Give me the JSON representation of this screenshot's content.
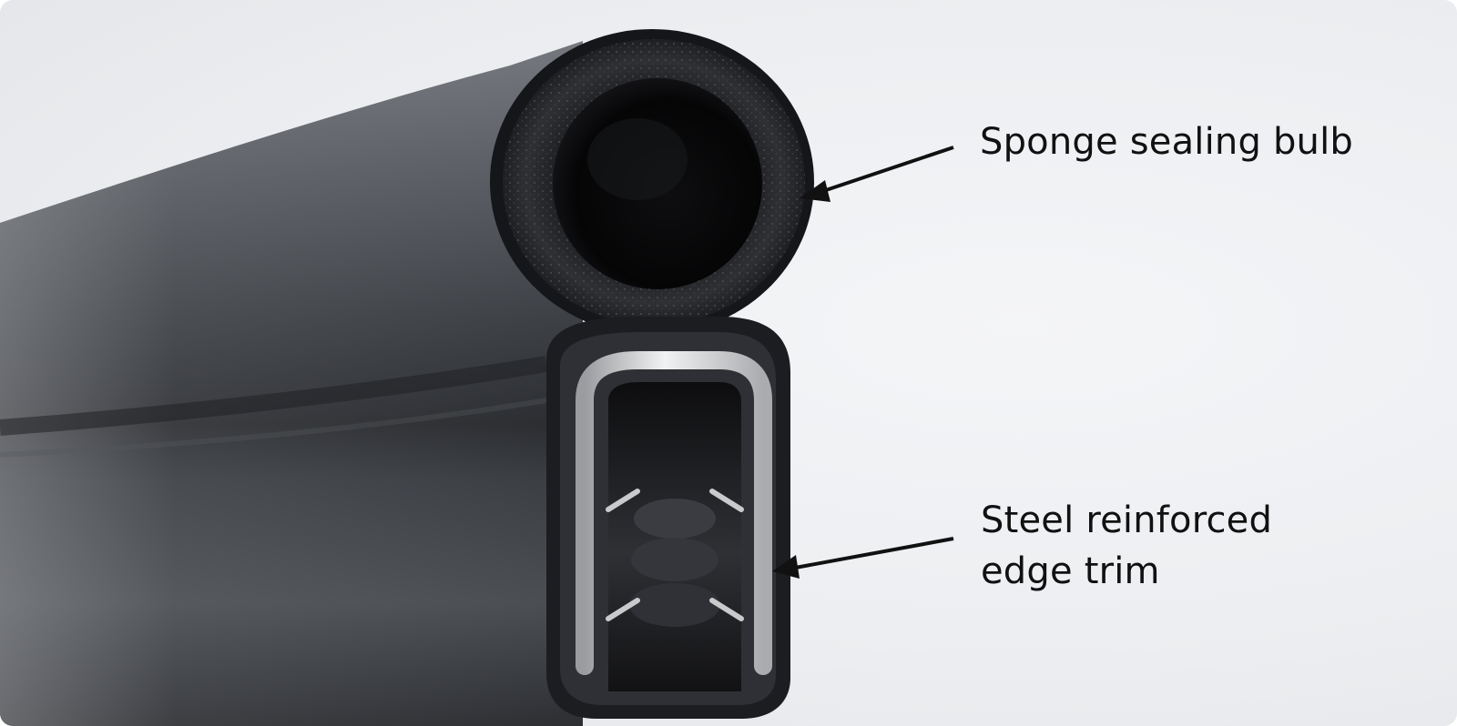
{
  "callouts": {
    "bulb": {
      "text": "Sponge sealing bulb"
    },
    "trim": {
      "line1": "Steel reinforced",
      "line2": "edge trim"
    }
  },
  "colors": {
    "background": "#eceef1",
    "rubber": "#2b2d31",
    "steel": "#d9dadc",
    "text": "#111111"
  }
}
